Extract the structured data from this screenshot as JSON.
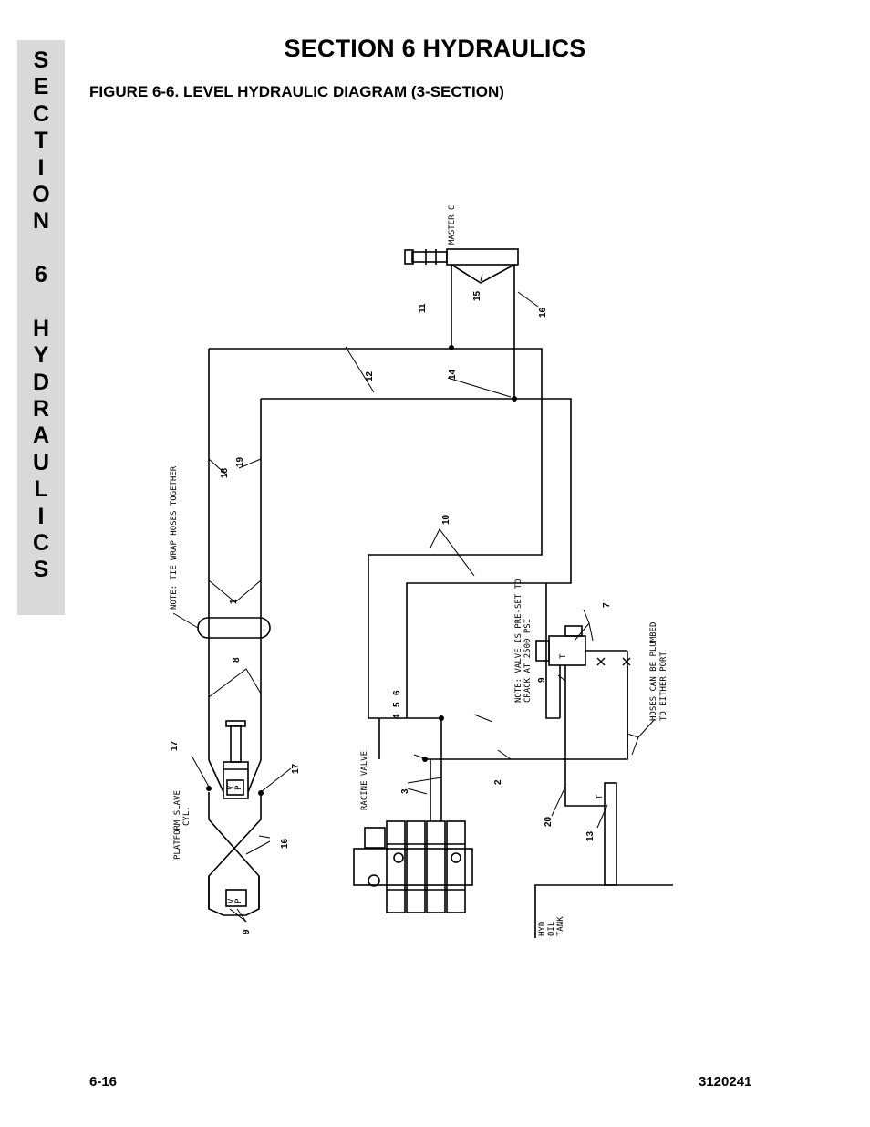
{
  "side_tab": {
    "letters": [
      "S",
      "E",
      "C",
      "T",
      "I",
      "O",
      "N",
      "",
      "6",
      "",
      "H",
      "Y",
      "D",
      "R",
      "A",
      "U",
      "L",
      "I",
      "C",
      "S"
    ]
  },
  "header": {
    "section_title": "SECTION 6  HYDRAULICS",
    "figure_title": "FIGURE 6-6.    LEVEL HYDRAULIC DIAGRAM (3-SECTION)"
  },
  "diagram": {
    "labels": {
      "master_cyl": "MASTER CYL",
      "tie_wrap_note": "NOTE: TIE WRAP HOSES TOGETHER",
      "valve_note_1": "NOTE: VALVE IS PRE-SET TO",
      "valve_note_2": "CRACK AT 2500 PSI",
      "hoses_note_1": "HOSES CAN BE PLUMBED",
      "hoses_note_2": "TO EITHER PORT",
      "racine_valve": "RACINE VALVE",
      "platform_slave_1": "PLATFORM SLAVE",
      "platform_slave_2": "CYL.",
      "hyd_tank_1": "HYD",
      "hyd_tank_2": "OIL",
      "hyd_tank_3": "TANK",
      "port_v": "V",
      "port_p": "P",
      "port_t": "T"
    },
    "callouts": {
      "n1": "1",
      "n2": "2",
      "n3": "3",
      "n4": "4",
      "n5": "5",
      "n6": "6",
      "n7": "7",
      "n8": "8",
      "n9a": "9",
      "n9b": "9",
      "n10": "10",
      "n11": "11",
      "n12": "12",
      "n13": "13",
      "n14": "14",
      "n15": "15",
      "n16a": "16",
      "n16b": "16",
      "n17a": "17",
      "n17b": "17",
      "n18": "18",
      "n19": "19",
      "n20": "20"
    }
  },
  "footer": {
    "page_number": "6-16",
    "doc_number": "3120241"
  }
}
